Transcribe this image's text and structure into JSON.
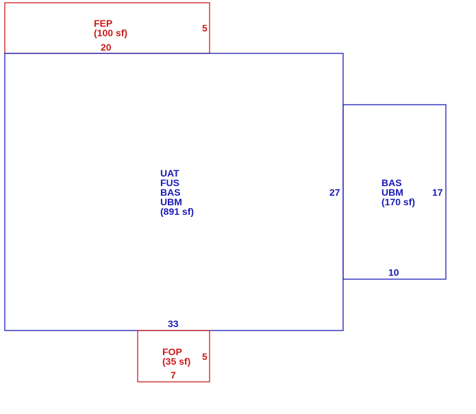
{
  "colors": {
    "main": "#1a1ab8",
    "porch": "#cc1a1a"
  },
  "areas": {
    "fep": {
      "label": "FEP",
      "area": "(100 sf)",
      "width": "20",
      "depth": "5"
    },
    "main": {
      "lines": [
        "UAT",
        "FUS",
        "BAS",
        "UBM"
      ],
      "area": "(891 sf)",
      "width": "33",
      "depth": "27"
    },
    "addition": {
      "lines": [
        "BAS",
        "UBM"
      ],
      "area": "(170 sf)",
      "width": "10",
      "depth": "17"
    },
    "fop": {
      "label": "FOP",
      "area": "(35 sf)",
      "width": "7",
      "depth": "5"
    }
  }
}
